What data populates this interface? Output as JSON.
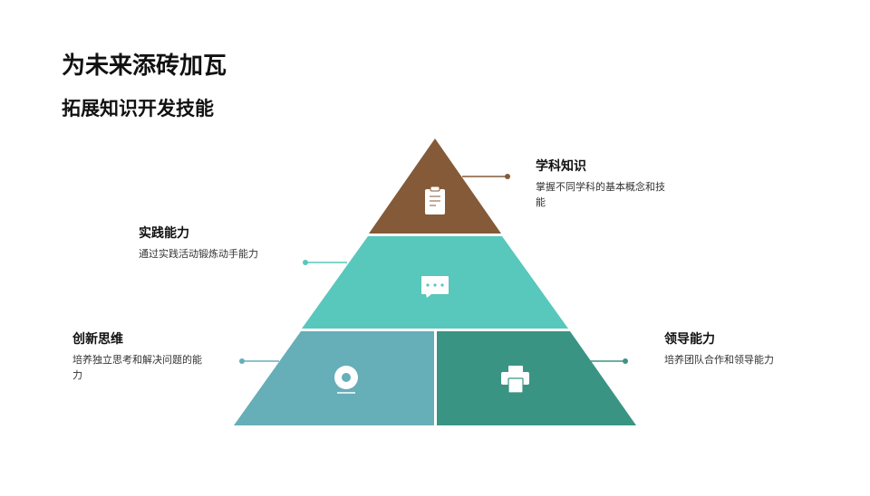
{
  "title": "为未来添砖加瓦",
  "subtitle": "拓展知识开发技能",
  "items": [
    {
      "label": "学科知识",
      "desc": "掌握不同学科的基本概念和技能",
      "icon": "clipboard-icon",
      "color": "#845a38"
    },
    {
      "label": "实践能力",
      "desc": "通过实践活动锻炼动手能力",
      "icon": "chat-icon",
      "color": "#58c7bc"
    },
    {
      "label": "创新思维",
      "desc": "培养独立思考和解决问题的能力",
      "icon": "webcam-icon",
      "color": "#66aeb8"
    },
    {
      "label": "领导能力",
      "desc": "培养团队合作和领导能力",
      "icon": "printer-icon",
      "color": "#3a9483"
    }
  ]
}
